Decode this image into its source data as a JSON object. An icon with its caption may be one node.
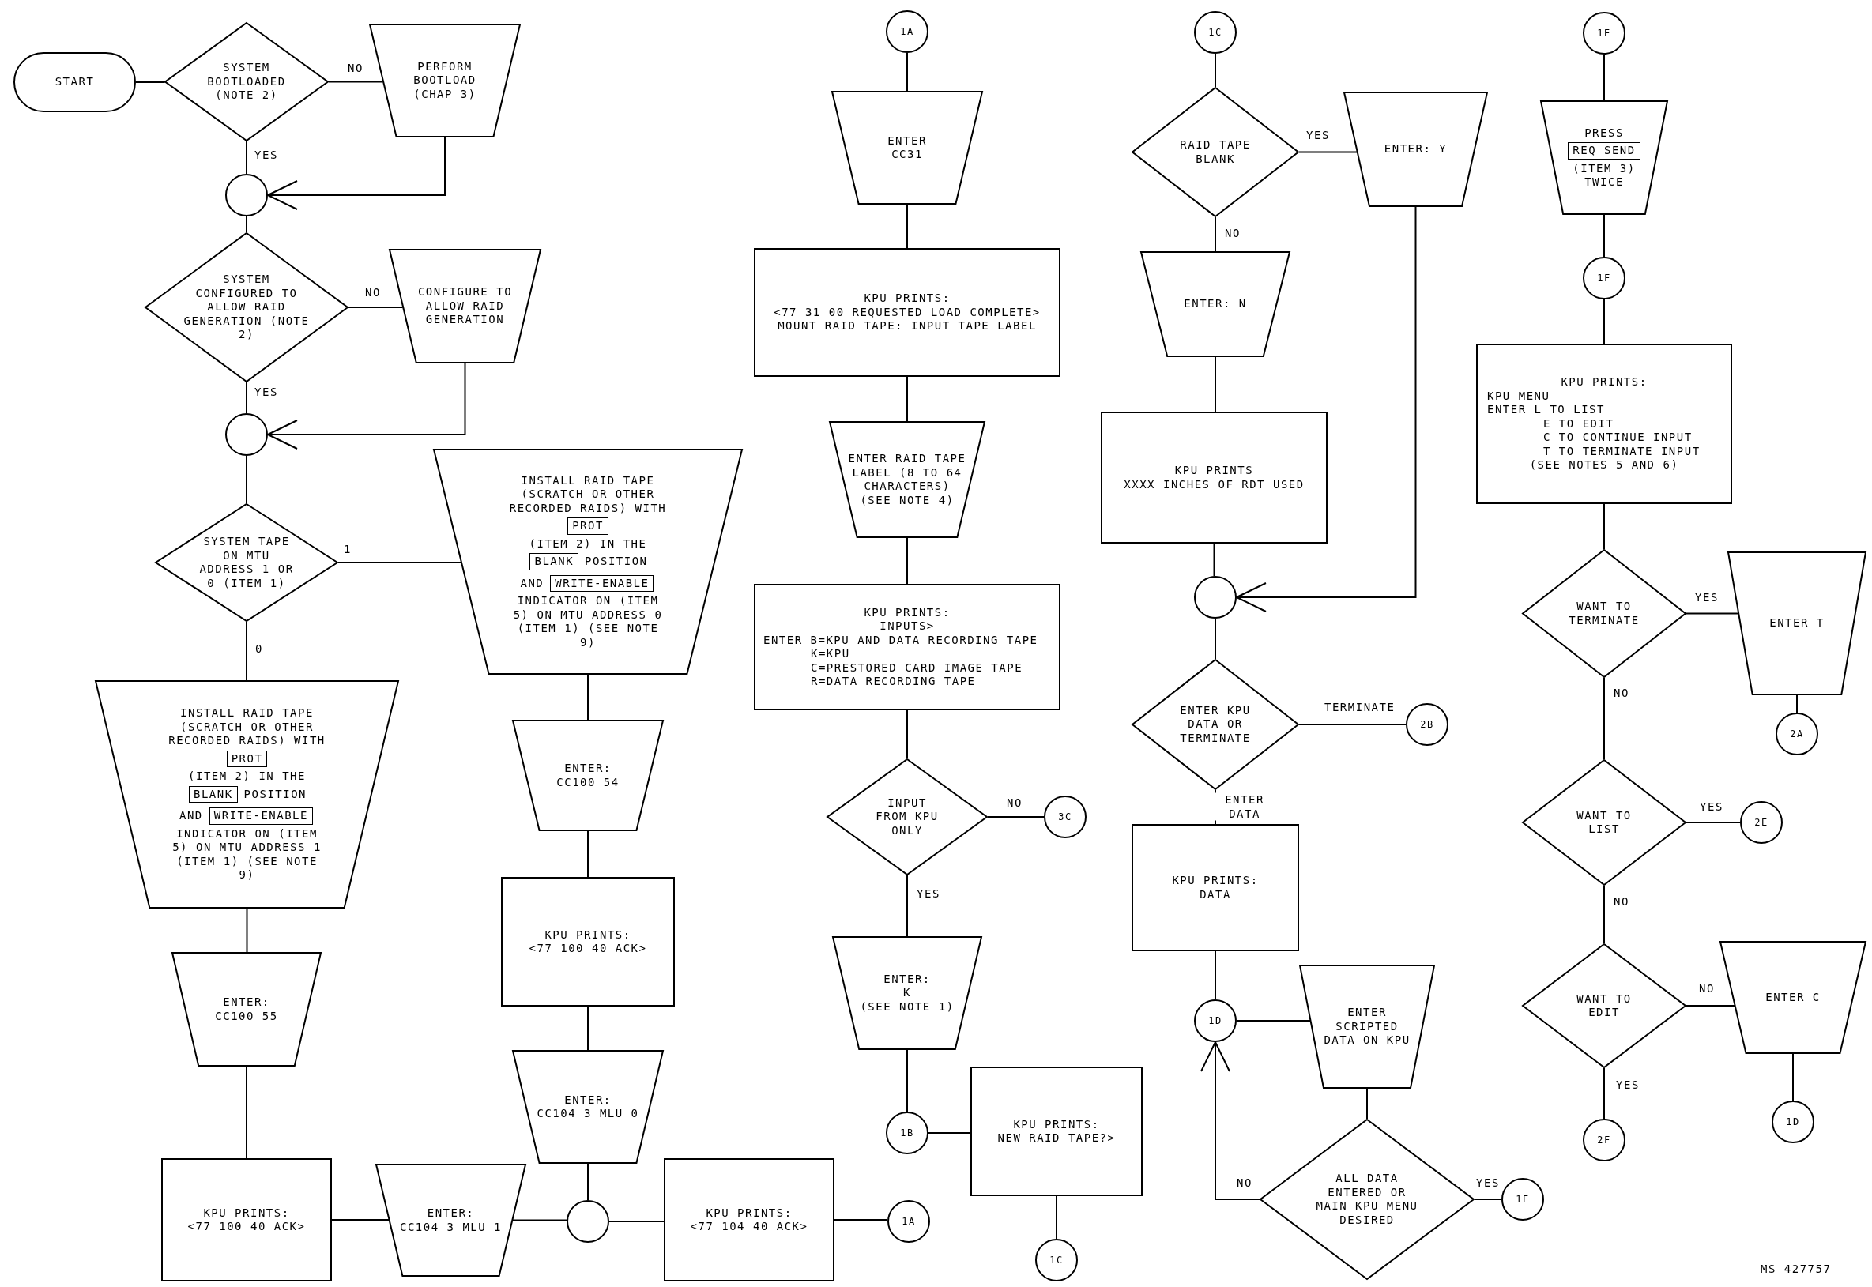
{
  "diagram": {
    "nodes": [
      {
        "text": [
          "START"
        ]
      },
      {
        "text": [
          "SYSTEM BOOTLOADED (NOTE 2)"
        ]
      },
      {
        "text": [
          "PERFORM BOOTLOAD (CHAP 3)"
        ]
      },
      {
        "text": [],
        "shape": "circle"
      },
      {
        "text": [
          "SYSTEM CONFIGURED TO ALLOW RAID GENERATION (NOTE 2)"
        ]
      },
      {
        "text": [
          "CONFIGURE TO ALLOW RAID GENERATION"
        ]
      },
      {
        "text": [],
        "shape": "circle"
      },
      {
        "text": [
          "SYSTEM TAPE ON MTU ADDRESS 1 OR 0 (ITEM 1)"
        ]
      },
      {
        "text": [
          "INSTALL RAID TAPE (SCRATCH OR OTHER RECORDED RAIDS) WITH",
          "(ITEM 2) IN THE",
          "POSITION",
          "AND",
          "INDICATOR ON (ITEM 5) ON MTU ADDRESS 0 (ITEM 1) (SEE NOTE 9)"
        ]
      },
      {
        "text": [
          "PROT"
        ],
        "in": 8
      },
      {
        "text": [
          "BLANK"
        ],
        "in": 8
      },
      {
        "text": [
          "WRITE-ENABLE"
        ],
        "in": 8
      },
      {
        "text": [
          "INSTALL RAID TAPE (SCRATCH OR OTHER RECORDED RAIDS) WITH",
          "(ITEM 2) IN THE",
          "POSITION",
          "AND",
          "INDICATOR ON (ITEM 5) ON MTU ADDRESS 1 (ITEM 1) (SEE NOTE 9)"
        ]
      },
      {
        "text": [
          "PROT"
        ],
        "in": 12
      },
      {
        "text": [
          "BLANK"
        ],
        "in": 12
      },
      {
        "text": [
          "WRITE-ENABLE"
        ],
        "in": 12
      },
      {
        "text": [
          "ENTER:",
          "CC100 55"
        ]
      },
      {
        "text": [
          "KPU PRINTS:",
          "<77 100 40 ACK>"
        ]
      },
      {
        "text": [
          "ENTER:",
          "CC104 3 MLU 1"
        ]
      },
      {
        "text": [
          "ENTER:",
          "CC100 54"
        ]
      },
      {
        "text": [
          "KPU PRINTS:",
          "<77 100 40 ACK>"
        ]
      },
      {
        "text": [
          "ENTER:",
          "CC104 3 MLU 0"
        ]
      },
      {
        "text": [],
        "shape": "circle"
      },
      {
        "text": [
          "KPU PRINTS:",
          "<77 104 40 ACK>"
        ]
      },
      {
        "text": [
          "1A"
        ]
      },
      {
        "text": [
          "1A"
        ]
      },
      {
        "text": [
          "ENTER",
          "CC31"
        ]
      },
      {
        "text": [
          "KPU PRINTS:",
          "<77 31 00 REQUESTED LOAD COMPLETE>",
          "MOUNT RAID TAPE: INPUT TAPE LABEL"
        ]
      },
      {
        "text": [
          "ENTER RAID TAPE LABEL (8 TO 64 CHARACTERS)",
          "(SEE NOTE 4)"
        ]
      },
      {
        "text": [
          "KPU PRINTS:",
          "INPUTS>",
          "ENTER B=KPU AND DATA RECORDING TAPE",
          "K=KPU",
          "C=PRESTORED CARD IMAGE TAPE",
          "R=DATA RECORDING TAPE"
        ]
      },
      {
        "text": [
          "INPUT FROM KPU ONLY"
        ]
      },
      {
        "text": [
          "3C"
        ]
      },
      {
        "text": [
          "ENTER:",
          "K",
          "(SEE NOTE 1)"
        ]
      },
      {
        "text": [
          "1B"
        ]
      },
      {
        "text": [
          "KPU PRINTS:",
          "NEW RAID TAPE?>"
        ]
      },
      {
        "text": [
          "1C"
        ]
      },
      {
        "text": [
          "1C"
        ]
      },
      {
        "text": [
          "RAID TAPE BLANK"
        ]
      },
      {
        "text": [
          "ENTER: Y"
        ]
      },
      {
        "text": [
          "ENTER: N"
        ]
      },
      {
        "text": [
          "KPU PRINTS",
          "XXXX INCHES OF RDT USED"
        ]
      },
      {
        "text": [],
        "shape": "circle"
      },
      {
        "text": [
          "ENTER KPU DATA OR TERMINATE"
        ]
      },
      {
        "text": [
          "2B"
        ]
      },
      {
        "text": [
          "KPU PRINTS:",
          "DATA"
        ]
      },
      {
        "text": [
          "1D"
        ]
      },
      {
        "text": [
          "ENTER SCRIPTED DATA ON KPU"
        ]
      },
      {
        "text": [
          "ALL DATA ENTERED OR MAIN KPU MENU DESIRED"
        ]
      },
      {
        "text": [
          "1E"
        ]
      },
      {
        "text": [
          "1E"
        ]
      },
      {
        "text": [
          "PRESS",
          "(ITEM 3) TWICE"
        ]
      },
      {
        "text": [
          "REQ SEND"
        ],
        "in": 50
      },
      {
        "text": [
          "1F"
        ]
      },
      {
        "text": [
          "KPU PRINTS:",
          "KPU MENU",
          "ENTER L TO LIST",
          "E TO EDIT",
          "C TO CONTINUE INPUT",
          "T TO TERMINATE INPUT",
          "(SEE NOTES 5 AND 6)"
        ]
      },
      {
        "text": [
          "WANT TO TERMINATE"
        ]
      },
      {
        "text": [
          "ENTER T"
        ]
      },
      {
        "text": [
          "2A"
        ]
      },
      {
        "text": [
          "WANT TO LIST"
        ]
      },
      {
        "text": [
          "2E"
        ]
      },
      {
        "text": [
          "WANT TO EDIT"
        ]
      },
      {
        "text": [
          "ENTER C"
        ]
      },
      {
        "text": [
          "1D"
        ]
      },
      {
        "text": [
          "2F"
        ]
      }
    ],
    "edges": [
      {
        "from": 0,
        "to": 1,
        "arrow": "none"
      },
      {
        "from": 1,
        "to": 2,
        "arrow": "none",
        "label": "NO"
      },
      {
        "from": 1,
        "to": 3,
        "arrow": "none",
        "label": "YES"
      },
      {
        "from": 2,
        "to": 3,
        "arrow": "to"
      },
      {
        "from": 3,
        "to": 4,
        "arrow": "none"
      },
      {
        "from": 4,
        "to": 5,
        "arrow": "none",
        "label": "NO"
      },
      {
        "from": 4,
        "to": 6,
        "arrow": "none",
        "label": "YES"
      },
      {
        "from": 5,
        "to": 6,
        "arrow": "to"
      },
      {
        "from": 6,
        "to": 7,
        "arrow": "none"
      },
      {
        "from": 7,
        "to": 8,
        "arrow": "none",
        "label": "1"
      },
      {
        "from": 7,
        "to": 12,
        "arrow": "none",
        "label": "0"
      },
      {
        "from": 12,
        "to": 16,
        "arrow": "none"
      },
      {
        "from": 16,
        "to": 17,
        "arrow": "none"
      },
      {
        "from": 17,
        "to": 18,
        "arrow": "none"
      },
      {
        "from": 18,
        "to": 22,
        "arrow": "none"
      },
      {
        "from": 8,
        "to": 19,
        "arrow": "none"
      },
      {
        "from": 19,
        "to": 20,
        "arrow": "none"
      },
      {
        "from": 20,
        "to": 21,
        "arrow": "none"
      },
      {
        "from": 21,
        "to": 22,
        "arrow": "none"
      },
      {
        "from": 22,
        "to": 23,
        "arrow": "none"
      },
      {
        "from": 23,
        "to": 24,
        "arrow": "none"
      },
      {
        "from": 25,
        "to": 26,
        "arrow": "none"
      },
      {
        "from": 26,
        "to": 27,
        "arrow": "none"
      },
      {
        "from": 27,
        "to": 28,
        "arrow": "none"
      },
      {
        "from": 28,
        "to": 29,
        "arrow": "none"
      },
      {
        "from": 29,
        "to": 30,
        "arrow": "none"
      },
      {
        "from": 30,
        "to": 31,
        "arrow": "none",
        "label": "NO"
      },
      {
        "from": 30,
        "to": 32,
        "arrow": "none",
        "label": "YES"
      },
      {
        "from": 32,
        "to": 33,
        "arrow": "none"
      },
      {
        "from": 33,
        "to": 34,
        "arrow": "none"
      },
      {
        "from": 34,
        "to": 35,
        "arrow": "none"
      },
      {
        "from": 36,
        "to": 37,
        "arrow": "none"
      },
      {
        "from": 37,
        "to": 38,
        "arrow": "none",
        "label": "YES"
      },
      {
        "from": 37,
        "to": 39,
        "arrow": "none",
        "label": "NO"
      },
      {
        "from": 39,
        "to": 40,
        "arrow": "none"
      },
      {
        "from": 40,
        "to": 41,
        "arrow": "none"
      },
      {
        "from": 38,
        "to": 41,
        "arrow": "to"
      },
      {
        "from": 41,
        "to": 42,
        "arrow": "none"
      },
      {
        "from": 42,
        "to": 43,
        "arrow": "none",
        "label": "TERMINATE"
      },
      {
        "from": 42,
        "to": 44,
        "arrow": "none",
        "label": "ENTER DATA"
      },
      {
        "from": 44,
        "to": 45,
        "arrow": "none"
      },
      {
        "from": 45,
        "to": 46,
        "arrow": "none"
      },
      {
        "from": 46,
        "to": 47,
        "arrow": "none"
      },
      {
        "from": 47,
        "to": 45,
        "arrow": "to",
        "label": "NO"
      },
      {
        "from": 47,
        "to": 48,
        "arrow": "none",
        "label": "YES"
      },
      {
        "from": 49,
        "to": 50,
        "arrow": "none"
      },
      {
        "from": 50,
        "to": 52,
        "arrow": "none"
      },
      {
        "from": 52,
        "to": 53,
        "arrow": "none"
      },
      {
        "from": 53,
        "to": 54,
        "arrow": "none"
      },
      {
        "from": 54,
        "to": 55,
        "arrow": "none",
        "label": "YES"
      },
      {
        "from": 55,
        "to": 56,
        "arrow": "none"
      },
      {
        "from": 54,
        "to": 57,
        "arrow": "none",
        "label": "NO"
      },
      {
        "from": 57,
        "to": 58,
        "arrow": "none",
        "label": "YES"
      },
      {
        "from": 57,
        "to": 59,
        "arrow": "none",
        "label": "NO"
      },
      {
        "from": 59,
        "to": 60,
        "arrow": "none",
        "label": "NO"
      },
      {
        "from": 60,
        "to": 61,
        "arrow": "none"
      },
      {
        "from": 59,
        "to": 62,
        "arrow": "none",
        "label": "YES"
      }
    ],
    "labels": [
      "MS 427757"
    ]
  }
}
